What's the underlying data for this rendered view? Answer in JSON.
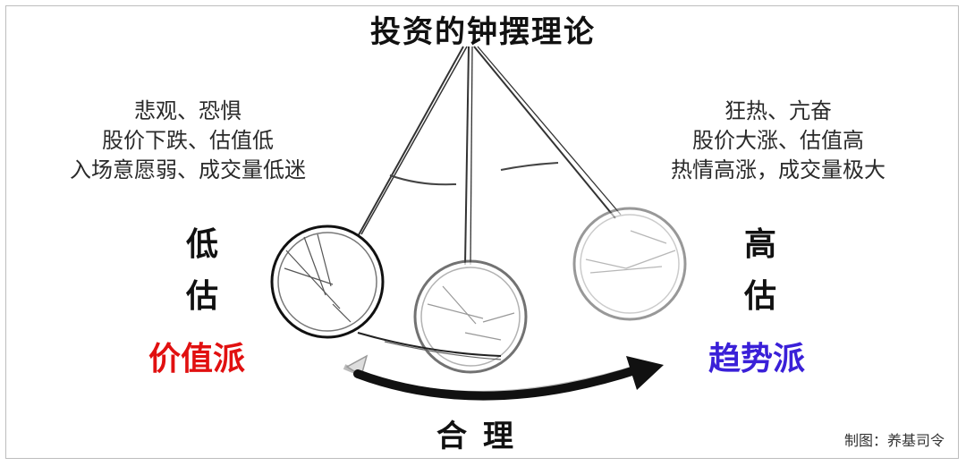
{
  "title": "投资的钟摆理论",
  "left_text": {
    "lines": [
      "悲观、恐惧",
      "股价下跌、估值低",
      "入场意愿弱、成交量低迷"
    ]
  },
  "right_text": {
    "lines": [
      "狂热、亢奋",
      "股价大涨、估值高",
      "热情高涨，成交量极大"
    ]
  },
  "left_label": {
    "char1": "低",
    "char2": "估"
  },
  "right_label": {
    "char1": "高",
    "char2": "估"
  },
  "left_school": {
    "text": "价值派",
    "color": "#e11010"
  },
  "right_school": {
    "text": "趋势派",
    "color": "#3a20d8"
  },
  "bottom_label": "合理",
  "credit": "制图：养基司令"
}
